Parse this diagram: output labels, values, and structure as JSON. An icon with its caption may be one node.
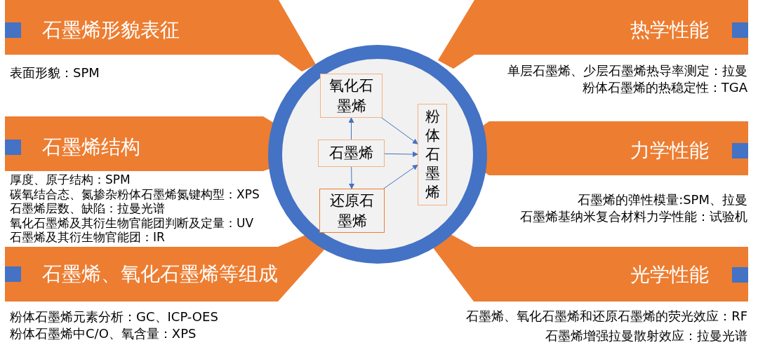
{
  "diagram": {
    "nodes": [
      {
        "text": [],
        "shape": "circle"
      },
      {
        "text": [
          "氧化石墨烯"
        ],
        "in": 0
      },
      {
        "text": [
          "石墨烯"
        ],
        "in": 0
      },
      {
        "text": [
          "还原石墨烯"
        ],
        "in": 0
      },
      {
        "text": [
          "粉体石墨烯"
        ],
        "in": 0
      },
      {
        "text": [
          "石墨烯形貌表征"
        ],
        "beside": [
          "表面形貌：SPM"
        ]
      },
      {
        "text": [
          "热学性能"
        ],
        "beside": [
          "单层石墨烯、少层石墨烯热导率测定：拉曼",
          "粉体石墨烯的热稳定性：TGA"
        ]
      },
      {
        "text": [
          "石墨烯结构"
        ],
        "beside": [
          "厚度、原子结构：SPM",
          "碳氧结合态、氮掺杂粉体石墨烯氮键构型：XPS",
          "石墨烯层数、缺陷：拉曼光谱",
          "氧化石墨烯及其衍生物官能团判断及定量：UV",
          "石墨烯及其衍生物官能团：IR"
        ]
      },
      {
        "text": [
          "力学性能"
        ],
        "beside": [
          "石墨烯的弹性模量:SPM、拉曼",
          "石墨烯基纳米复合材料力学性能：试验机"
        ]
      },
      {
        "text": [
          "石墨烯、氧化石墨烯等组成"
        ],
        "beside": [
          "粉体石墨烯元素分析：GC、ICP-OES",
          "粉体石墨烯中C/O、氧含量：XPS"
        ]
      },
      {
        "text": [
          "光学性能"
        ],
        "beside": [
          "石墨烯、氧化石墨烯和还原石墨烯的荧光效应：RF",
          "石墨烯增强拉曼散射效应：拉曼光谱"
        ]
      }
    ],
    "edges": [
      {
        "from": 2,
        "to": 1,
        "arrow": "to"
      },
      {
        "from": 2,
        "to": 3,
        "arrow": "to"
      },
      {
        "from": 2,
        "to": 4,
        "arrow": "to"
      },
      {
        "from": 1,
        "to": 4,
        "arrow": "to"
      },
      {
        "from": 3,
        "to": 4,
        "arrow": "to"
      }
    ]
  }
}
